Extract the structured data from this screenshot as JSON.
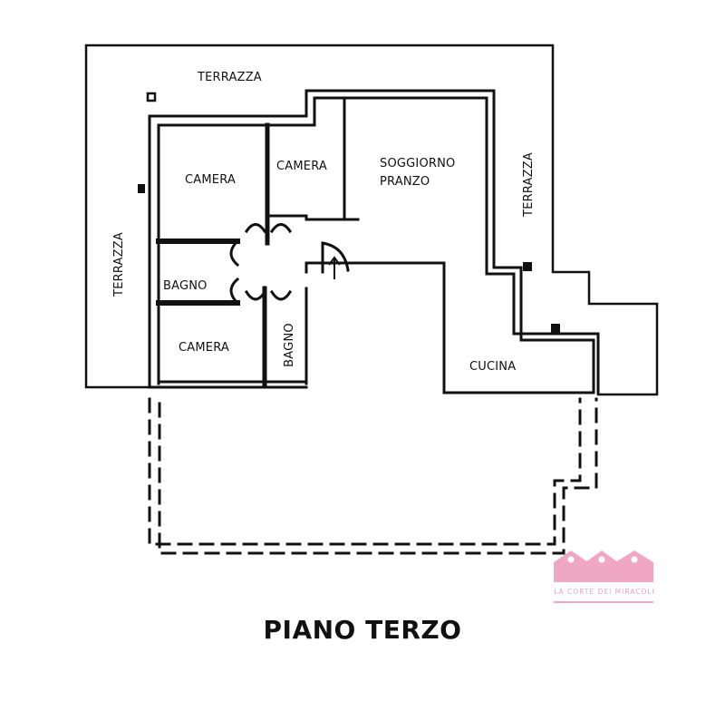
{
  "plan": {
    "title": "PIANO TERZO",
    "rooms": {
      "terrazza_top": "TERRAZZA",
      "terrazza_left": "TERRAZZA",
      "terrazza_right": "TERRAZZA",
      "camera_1": "CAMERA",
      "camera_2": "CAMERA",
      "camera_3": "CAMERA",
      "bagno_1": "BAGNO",
      "bagno_2": "BAGNO",
      "soggiorno_line1": "SOGGIORNO",
      "soggiorno_line2": "PRANZO",
      "cucina": "CUCINA"
    },
    "entrance_icon": "entrance-arrow-icon"
  },
  "logo": {
    "text": "LA CORTE DEI MIRACOLI",
    "color": "#f0a8c2"
  },
  "colors": {
    "wall": "#111111",
    "background": "#ffffff"
  }
}
